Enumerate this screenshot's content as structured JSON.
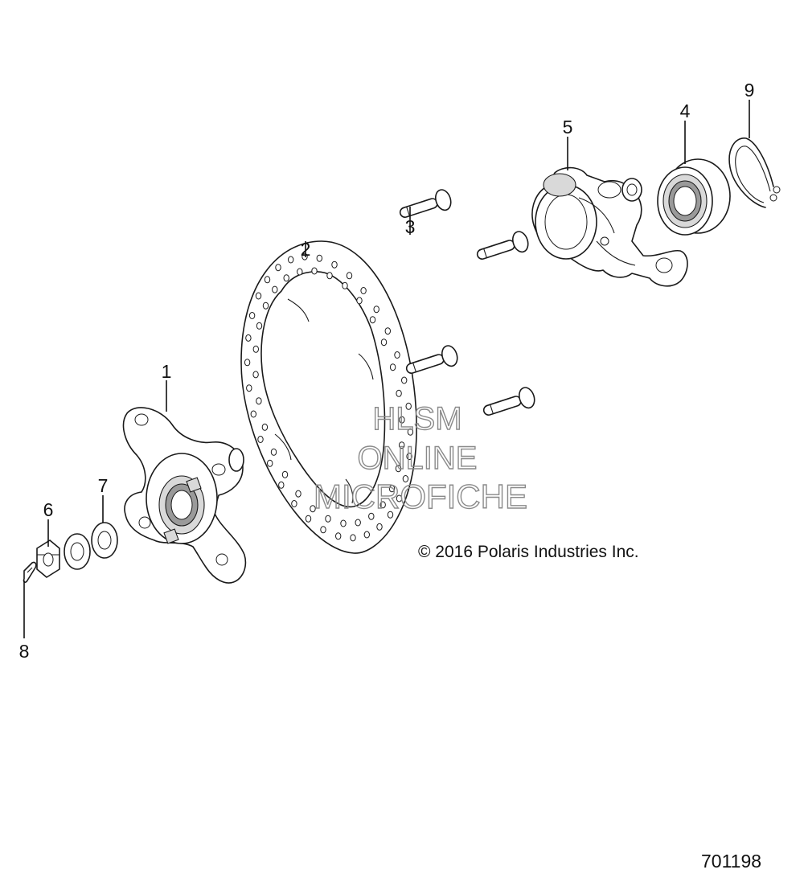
{
  "callouts": [
    {
      "id": "1",
      "label": "1"
    },
    {
      "id": "2",
      "label": "2"
    },
    {
      "id": "3",
      "label": "3"
    },
    {
      "id": "4",
      "label": "4"
    },
    {
      "id": "5",
      "label": "5"
    },
    {
      "id": "6",
      "label": "6"
    },
    {
      "id": "7",
      "label": "7"
    },
    {
      "id": "8",
      "label": "8"
    },
    {
      "id": "9",
      "label": "9"
    }
  ],
  "watermark": {
    "line1": "HLSM",
    "line2": "ONLINE",
    "line3": "MICROFICHE"
  },
  "copyright": "© 2016 Polaris Industries Inc.",
  "diagram_number": "701198"
}
